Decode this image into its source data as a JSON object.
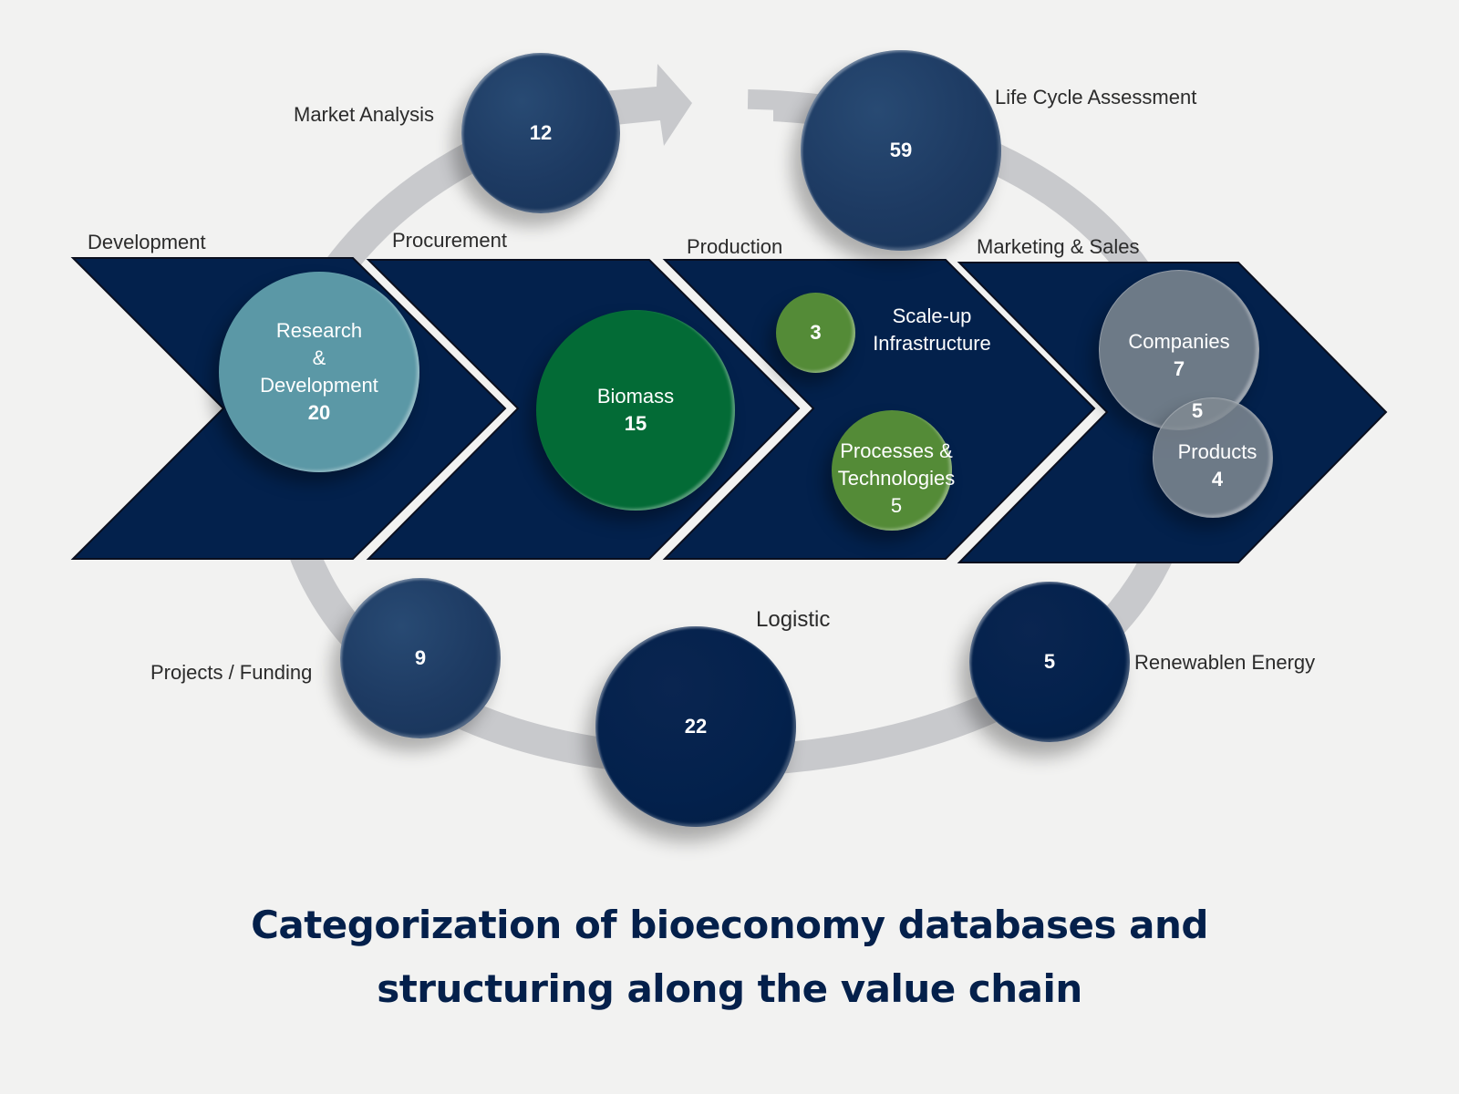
{
  "title": {
    "line1": "Categorization of bioeconomy databases and",
    "line2": "structuring along the value chain"
  },
  "colors": {
    "background": "#f2f2f1",
    "chevron": "#03214c",
    "cycle_arc": "#c8c9cc",
    "cycle_bubble": "#1d3a62",
    "cycle_bubble_dark": "#03214c",
    "research": "#5b98a6",
    "biomass": "#036b36",
    "production_green": "#548b37",
    "marketing_grey": "#808a92",
    "title": "#04204b",
    "label_text": "#2b2b2b"
  },
  "stages": [
    {
      "id": "development",
      "label": "Development"
    },
    {
      "id": "procurement",
      "label": "Procurement"
    },
    {
      "id": "production",
      "label": "Production"
    },
    {
      "id": "marketing",
      "label": "Marketing & Sales"
    }
  ],
  "stage_categories": {
    "research": {
      "label_line1": "Research",
      "label_line2": "&",
      "label_line3": "Development",
      "count": "20"
    },
    "biomass": {
      "label": "Biomass",
      "count": "15"
    },
    "scaleup": {
      "label_line1": "Scale-up",
      "label_line2": "Infrastructure",
      "count": "3"
    },
    "processes": {
      "label_line1": "Processes &",
      "label_line2": "Technologies",
      "count": "5"
    },
    "companies": {
      "label": "Companies",
      "count": "7"
    },
    "products": {
      "label": "Products",
      "count": "4"
    },
    "overlap": {
      "count": "5"
    }
  },
  "cross_cutting": [
    {
      "id": "market-analysis",
      "label": "Market Analysis",
      "count": "12"
    },
    {
      "id": "life-cycle-assessment",
      "label": "Life Cycle Assessment",
      "count": "59"
    },
    {
      "id": "projects-funding",
      "label": "Projects / Funding",
      "count": "9"
    },
    {
      "id": "logistic",
      "label": "Logistic",
      "count": "22"
    },
    {
      "id": "renewable-energy",
      "label": "Renewablen Energy",
      "count": "5"
    }
  ],
  "chart_data": {
    "type": "bubble-diagram",
    "title": "Categorization of bioeconomy databases and structuring along the value chain",
    "value_chain_stages": [
      "Development",
      "Procurement",
      "Production",
      "Marketing & Sales"
    ],
    "categories": [
      {
        "name": "Research & Development",
        "stage": "Development",
        "count": 20
      },
      {
        "name": "Biomass",
        "stage": "Procurement",
        "count": 15
      },
      {
        "name": "Scale-up Infrastructure",
        "stage": "Production",
        "count": 3
      },
      {
        "name": "Processes & Technologies",
        "stage": "Production",
        "count": 5
      },
      {
        "name": "Companies",
        "stage": "Marketing & Sales",
        "count": 7
      },
      {
        "name": "Products",
        "stage": "Marketing & Sales",
        "count": 4
      },
      {
        "name": "Companies ∩ Products",
        "stage": "Marketing & Sales",
        "count": 5
      },
      {
        "name": "Market Analysis",
        "stage": "cross-cutting",
        "count": 12
      },
      {
        "name": "Life Cycle Assessment",
        "stage": "cross-cutting",
        "count": 59
      },
      {
        "name": "Projects / Funding",
        "stage": "cross-cutting",
        "count": 9
      },
      {
        "name": "Logistic",
        "stage": "cross-cutting",
        "count": 22
      },
      {
        "name": "Renewablen Energy",
        "stage": "cross-cutting",
        "count": 5
      }
    ]
  }
}
